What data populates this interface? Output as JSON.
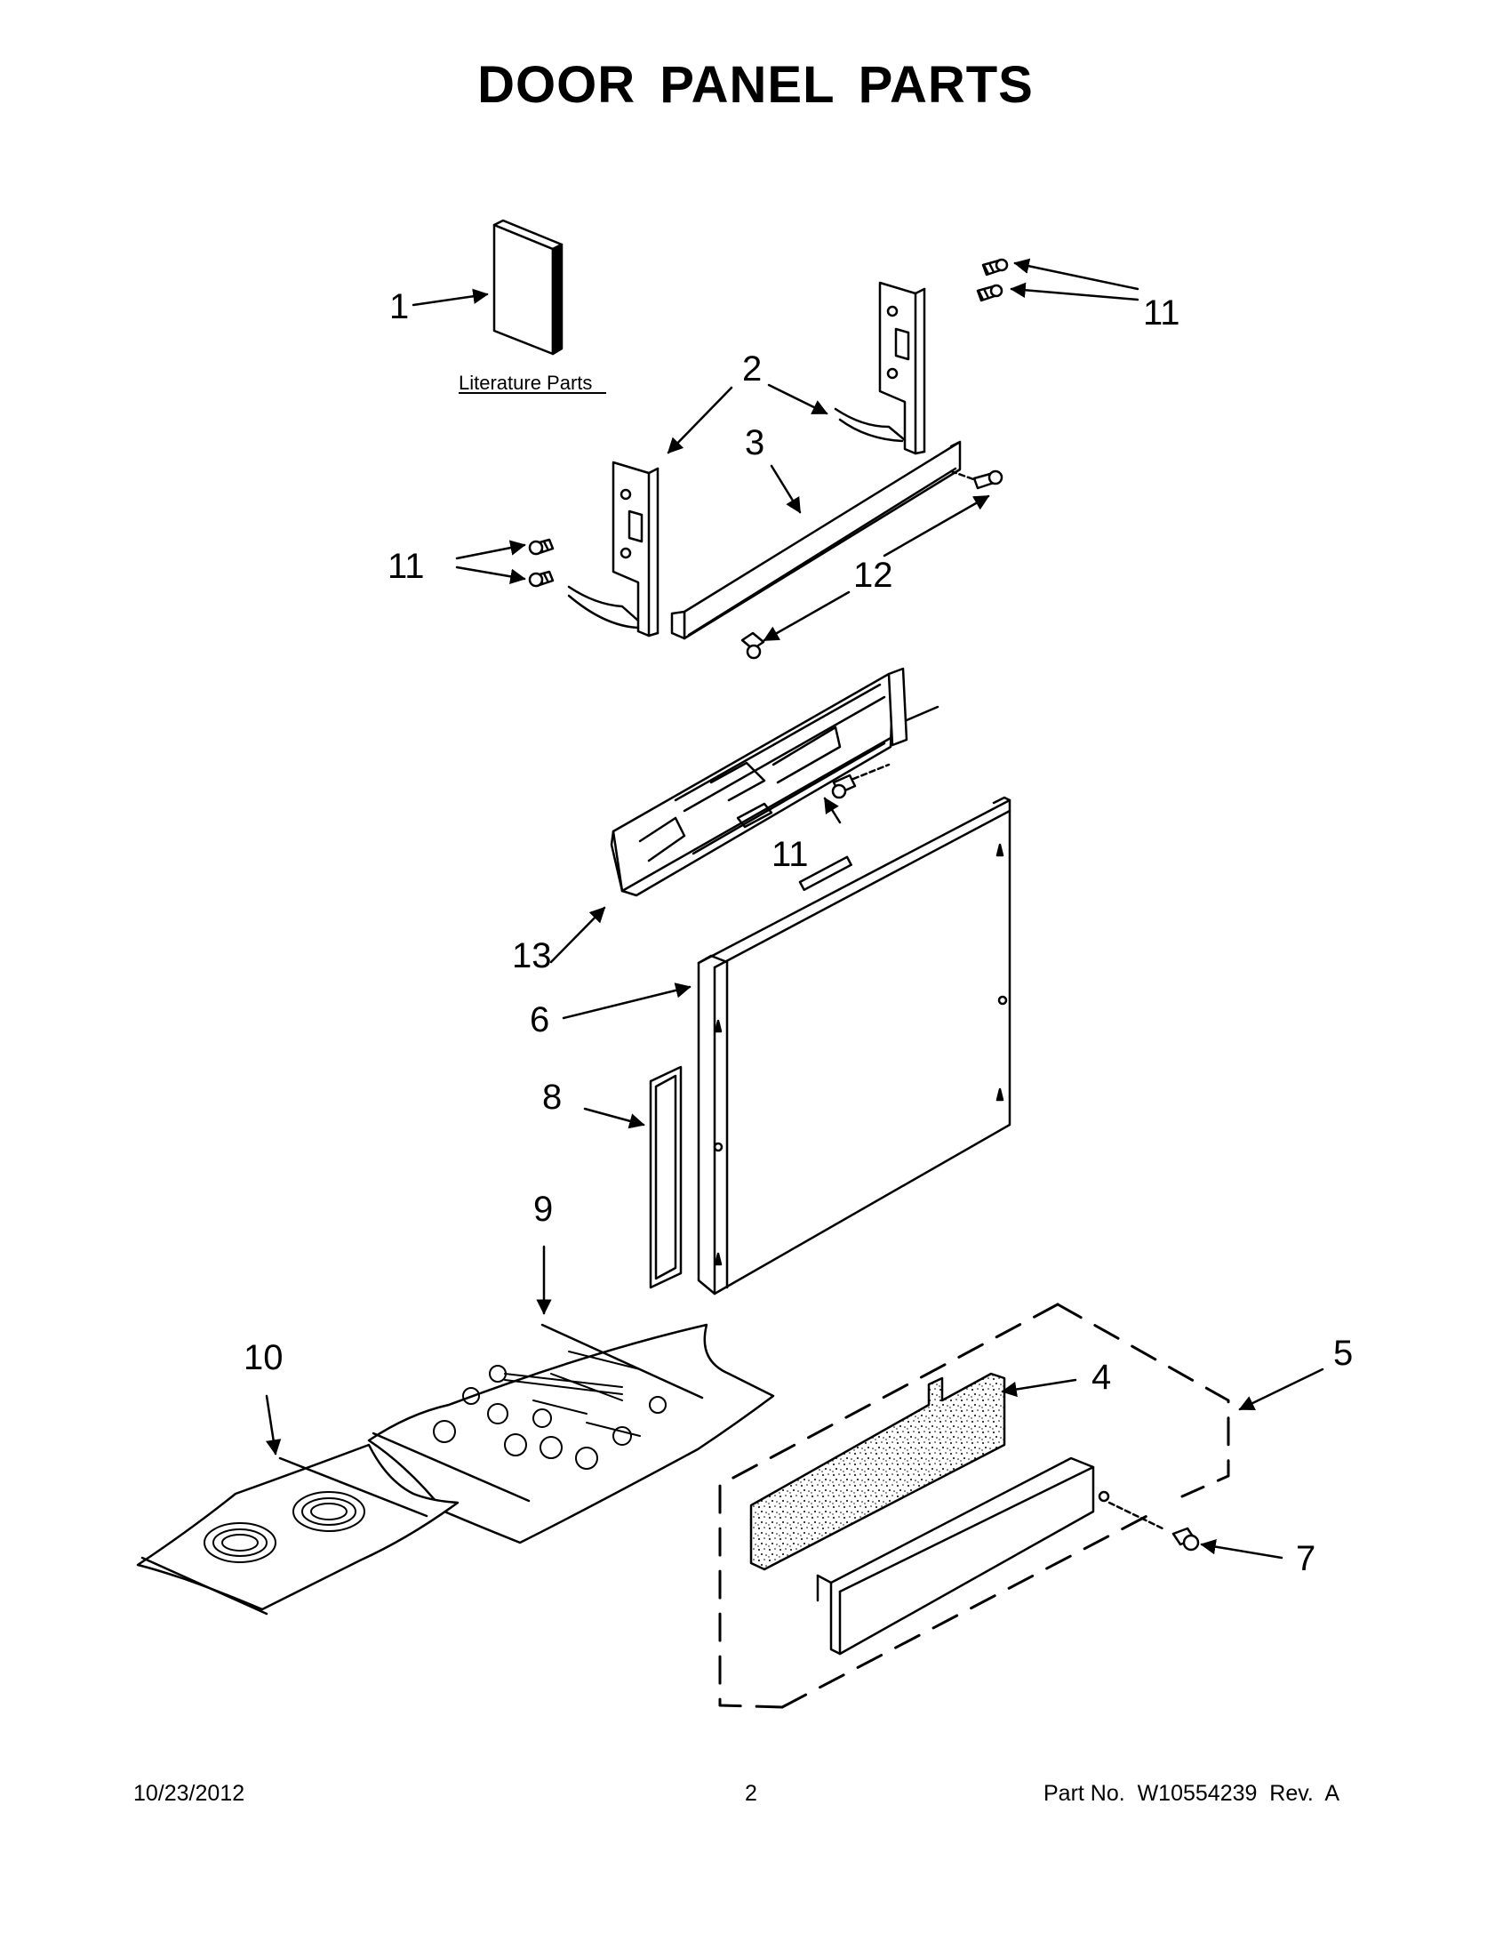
{
  "title": "DOOR PANEL PARTS",
  "literature_label": "Literature Parts",
  "callouts": {
    "c1": "1",
    "c2": "2",
    "c3": "3",
    "c4": "4",
    "c5": "5",
    "c6": "6",
    "c7": "7",
    "c8": "8",
    "c9": "9",
    "c10": "10",
    "c11a": "11",
    "c11b": "11",
    "c11c": "11",
    "c12": "12",
    "c13": "13"
  },
  "footer": {
    "date": "10/23/2012",
    "page": "2",
    "part_no": "Part No.  W10554239  Rev.  A"
  }
}
